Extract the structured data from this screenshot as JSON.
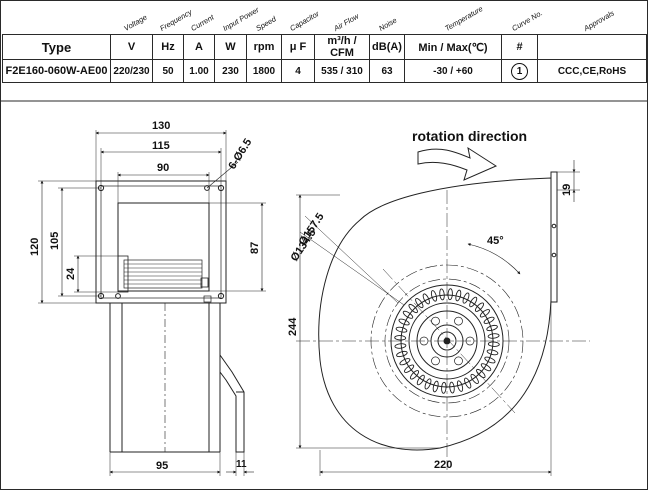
{
  "table": {
    "rotated_headers": [
      "Voltage",
      "Frequency",
      "Current",
      "Input Power",
      "Speed",
      "Capacitor",
      "Air Flow",
      "Noise",
      "Temperature",
      "Curve No.",
      "Approvals"
    ],
    "header_row": [
      "Type",
      "V",
      "Hz",
      "A",
      "W",
      "rpm",
      "μ F",
      "m³/h / CFM",
      "dB(A)",
      "Min / Max(℃)",
      "#",
      ""
    ],
    "value_row": [
      "F2E160-060W-AE00",
      "220/230",
      "50",
      "1.00",
      "230",
      "1800",
      "4",
      "535 / 310",
      "63",
      "-30 / +60",
      "1",
      "CCC,CE,RoHS"
    ]
  },
  "drawing": {
    "rotation_label": "rotation direction",
    "front_dims": {
      "width_130": "130",
      "width_115": "115",
      "width_90": "90",
      "holes": "6-Ø6.5",
      "height_120": "120",
      "height_105": "105",
      "offset_24": "24",
      "height_87": "87",
      "bottom_95": "95",
      "flange_11": "11"
    },
    "side_dims": {
      "dia_157": "Ø157.5",
      "dia_134": "Ø134.5",
      "angle": "45°",
      "offset_19": "19",
      "height_244": "244",
      "width_220": "220"
    }
  }
}
